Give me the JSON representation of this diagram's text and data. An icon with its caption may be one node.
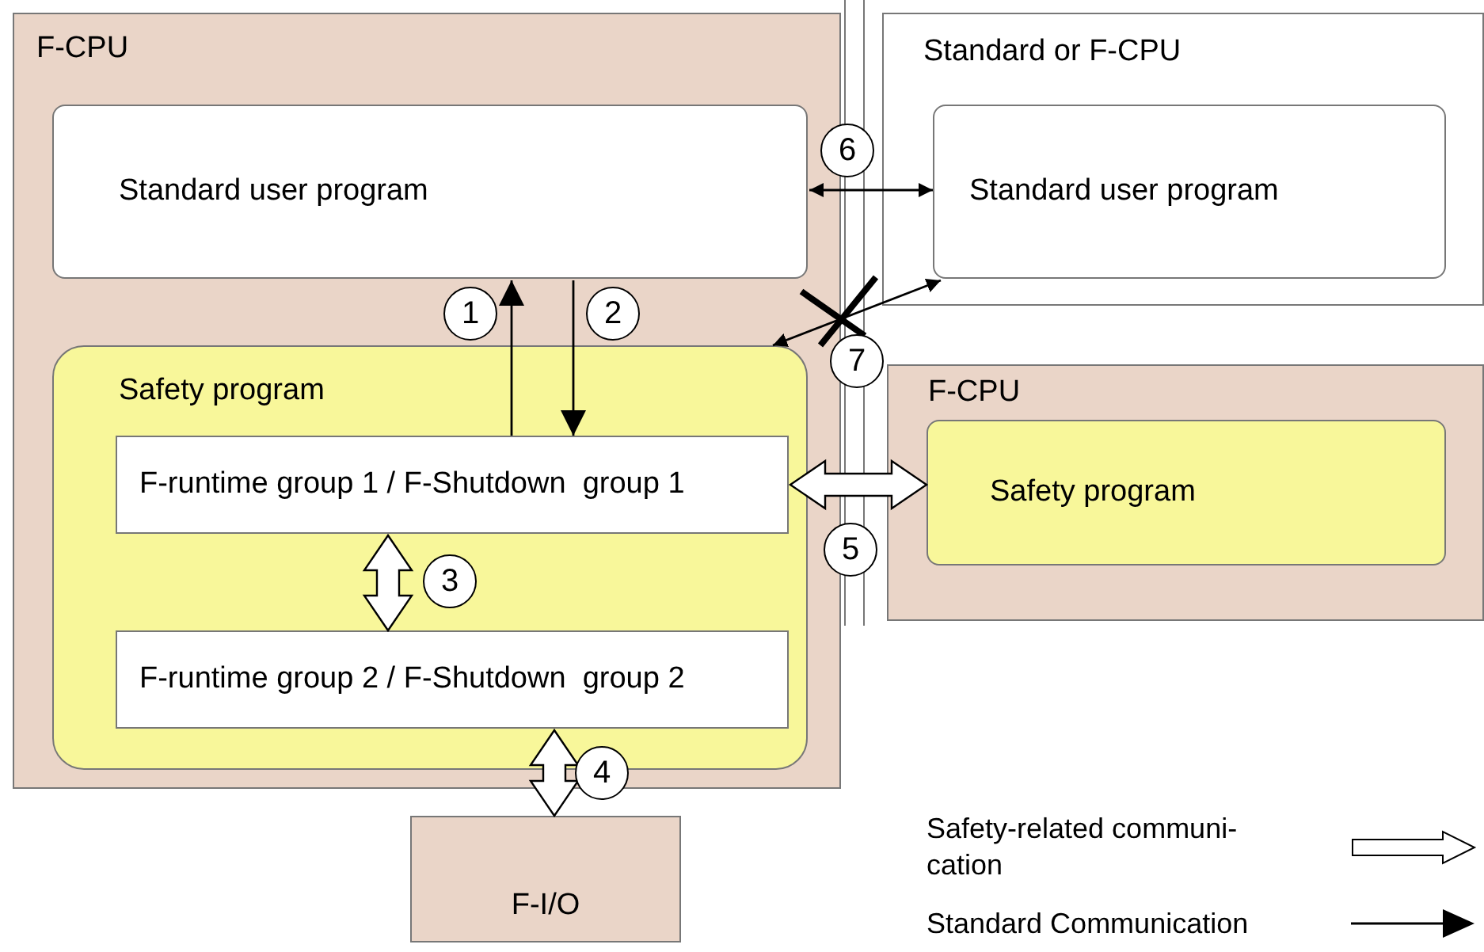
{
  "diagram": {
    "nodes": [
      {
        "text": [
          "F-CPU"
        ]
      },
      {
        "text": [
          "Standard user program"
        ],
        "in": 0
      },
      {
        "text": [
          "Safety program"
        ],
        "in": 0
      },
      {
        "text": [
          "F-runtime group 1 / F-Shutdown  group 1"
        ],
        "in": 2
      },
      {
        "text": [
          "F-runtime group 2 / F-Shutdown  group 2"
        ],
        "in": 2
      },
      {
        "text": [
          "Standard or F-CPU"
        ]
      },
      {
        "text": [
          "Standard user program"
        ],
        "in": 5
      },
      {
        "text": [
          "F-CPU"
        ]
      },
      {
        "text": [
          "Safety program"
        ],
        "in": 7
      },
      {
        "text": [
          "F-I/O"
        ]
      }
    ],
    "edges": [
      {
        "from": 3,
        "to": 1,
        "arrow": "to",
        "label": "1"
      },
      {
        "from": 1,
        "to": 3,
        "arrow": "to",
        "label": "2"
      },
      {
        "from": 3,
        "to": 4,
        "arrow": "both",
        "label": "3",
        "style": "thick"
      },
      {
        "from": 4,
        "to": 9,
        "arrow": "both",
        "label": "4",
        "style": "thick"
      },
      {
        "from": 3,
        "to": 8,
        "arrow": "both",
        "label": "5",
        "style": "thick"
      },
      {
        "from": 1,
        "to": 6,
        "arrow": "both",
        "label": "6"
      },
      {
        "from": 2,
        "to": 6,
        "arrow": "both",
        "label": "7"
      }
    ],
    "legend": [
      {
        "text": "Safety-related communi- cation"
      },
      {
        "text": "Standard Communication"
      }
    ]
  }
}
